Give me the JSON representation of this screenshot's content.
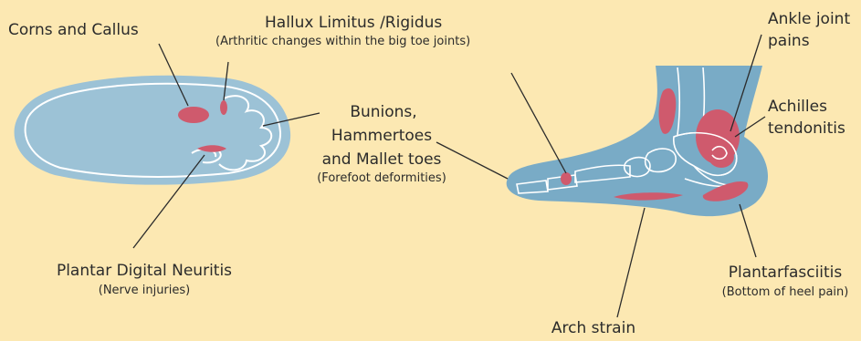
{
  "labels": {
    "corns": "Corns and Callus",
    "hallux": "Hallux Limitus /Rigidus",
    "hallux_sub": "(Arthritic changes within the big toe joints)",
    "bunions_1": "Bunions,",
    "bunions_2": "Hammertoes",
    "bunions_3": "and Mallet toes",
    "bunions_sub": "(Forefoot deformities)",
    "plantar_digital": "Plantar Digital Neuritis",
    "plantar_digital_sub": "(Nerve injuries)",
    "ankle_1": "Ankle joint",
    "ankle_2": "pains",
    "achilles_1": "Achilles",
    "achilles_2": "tendonitis",
    "plantarfasciitis": "Plantarfasciitis",
    "plantarfasciitis_sub": "(Bottom of heel pain)",
    "arch": "Arch strain"
  },
  "colors": {
    "background": "#fce8b2",
    "foot_fill": "#79abc6",
    "insole_fill": "#9cc2d6",
    "pain_marker": "#cf5a6d",
    "bone_outline": "#ffffff",
    "leader_line": "#2b2b2b"
  }
}
